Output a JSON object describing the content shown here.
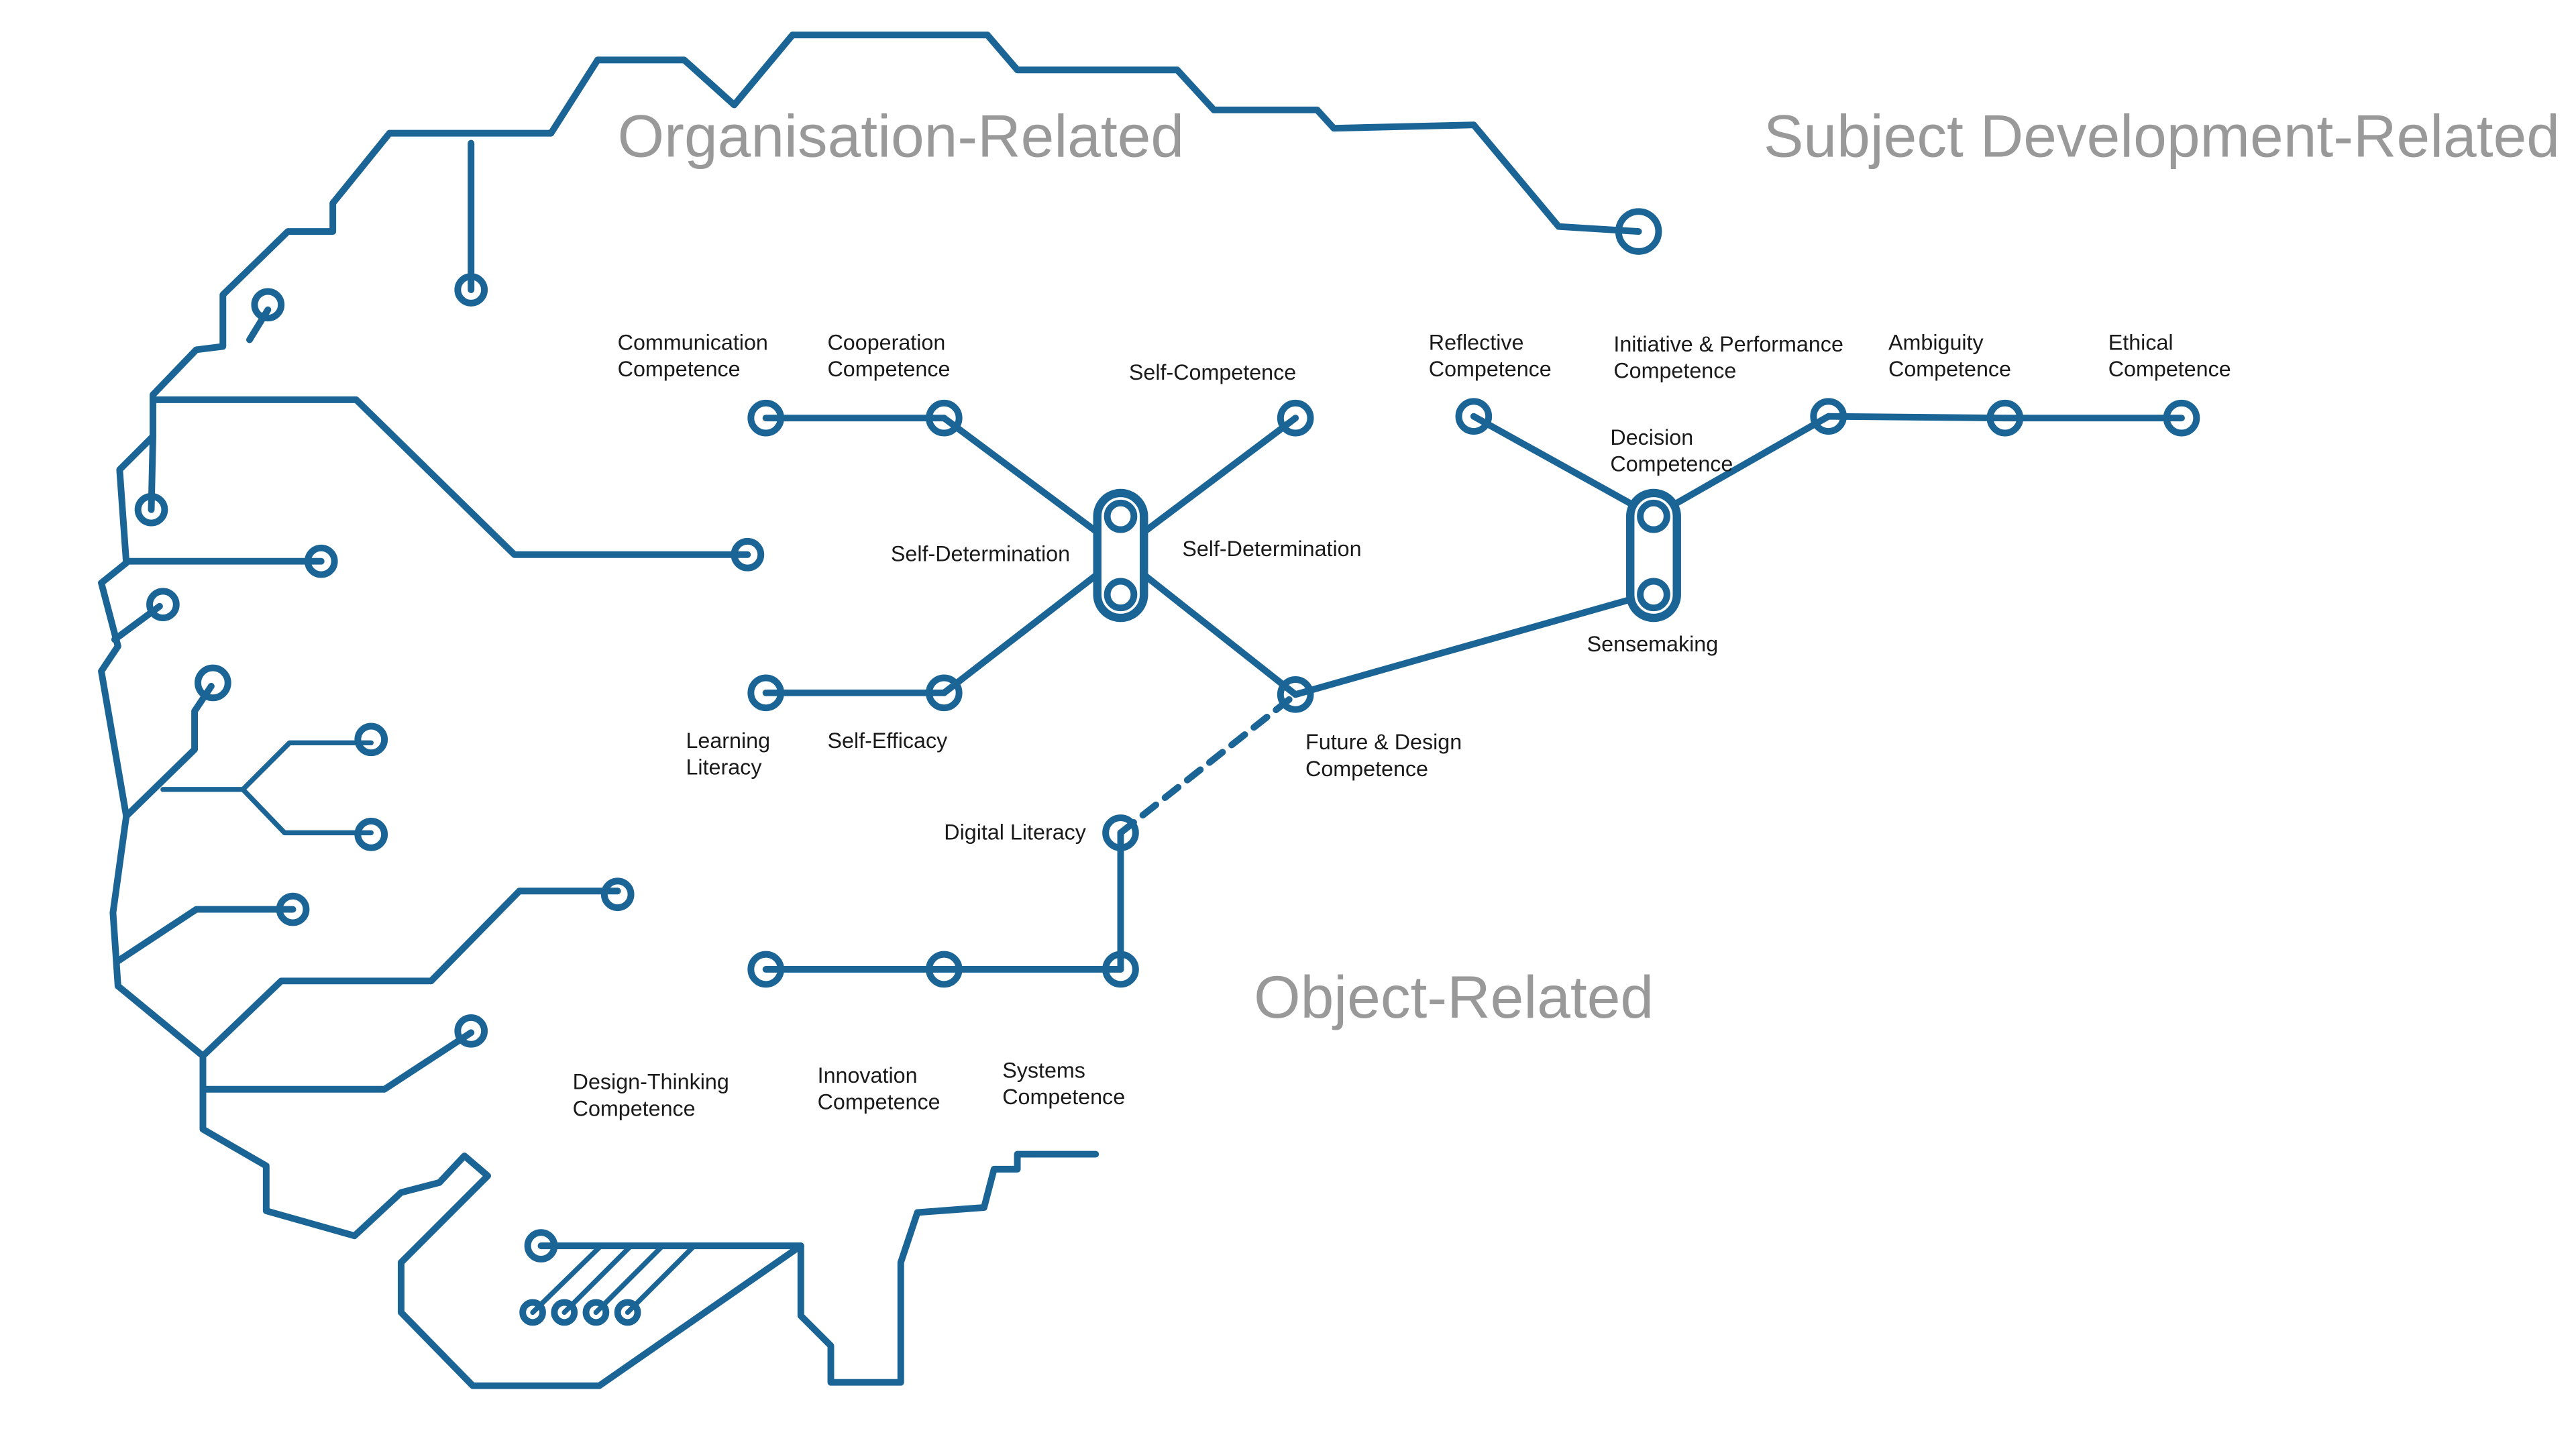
{
  "colors": {
    "line": "#1a6496",
    "region_text": "#999999",
    "label_text": "#1a1a1a",
    "background": "#ffffff"
  },
  "regions": {
    "organisation": "Organisation-Related",
    "subject": "Subject Development-Related",
    "object": "Object-Related"
  },
  "competences": {
    "communication": [
      "Communication",
      "Competence"
    ],
    "cooperation": [
      "Cooperation",
      "Competence"
    ],
    "self_competence": [
      "Self-Competence"
    ],
    "self_determination_left": [
      "Self-Determination"
    ],
    "self_determination_right": [
      "Self-Determination"
    ],
    "learning_literacy": [
      "Learning",
      "Literacy"
    ],
    "self_efficacy": [
      "Self-Efficacy"
    ],
    "future_design": [
      "Future & Design",
      "Competence"
    ],
    "digital_literacy": [
      "Digital Literacy"
    ],
    "reflective": [
      "Reflective",
      "Competence"
    ],
    "initiative_performance": [
      "Initiative & Performance",
      "Competence"
    ],
    "decision": [
      "Decision",
      "Competence"
    ],
    "ambiguity": [
      "Ambiguity",
      "Competence"
    ],
    "ethical": [
      "Ethical",
      "Competence"
    ],
    "sensemaking": [
      "Sensemaking"
    ],
    "design_thinking": [
      "Design-Thinking",
      "Competence"
    ],
    "innovation": [
      "Innovation",
      "Competence"
    ],
    "systems": [
      "Systems",
      "Competence"
    ]
  }
}
